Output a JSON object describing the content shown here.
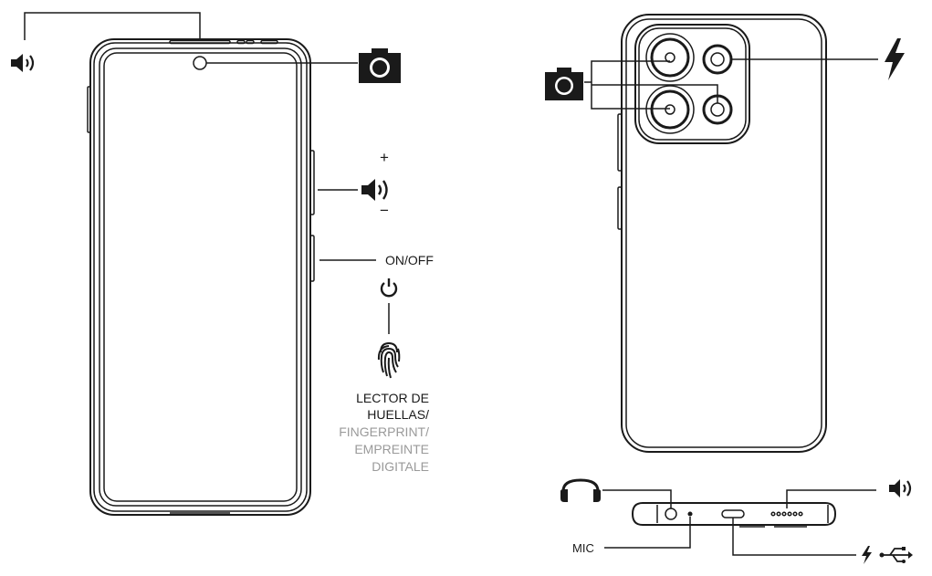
{
  "front": {
    "volume_plus": "+",
    "volume_minus": "−",
    "on_off": "ON/OFF",
    "fingerprint_label": [
      "LECTOR DE",
      "HUELLAS/"
    ],
    "fingerprint_label_alt": [
      "FINGERPRINT/",
      "EMPREINTE",
      "DIGITALE"
    ]
  },
  "bottom": {
    "mic": "MIC"
  },
  "colors": {
    "line": "#1a1a1a",
    "secondary_text": "#9a9a9a"
  },
  "icons": [
    "speaker-icon",
    "camera-icon",
    "power-icon",
    "fingerprint-icon",
    "flash-icon",
    "headphones-icon",
    "usb-icon",
    "charge-icon"
  ]
}
